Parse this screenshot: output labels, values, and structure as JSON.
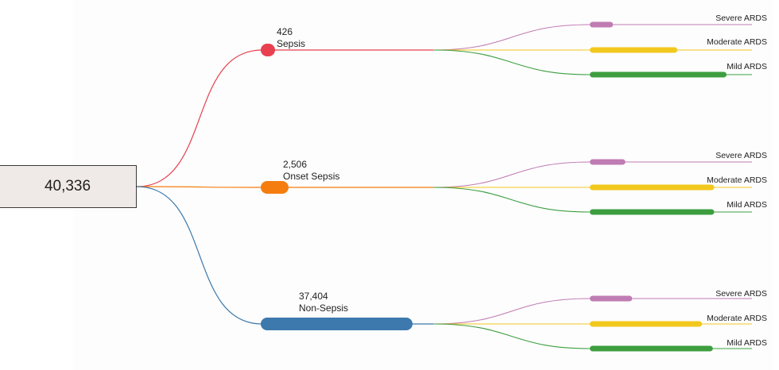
{
  "chart_data": {
    "type": "sankey",
    "root": {
      "value": "40,336"
    },
    "colors": {
      "sepsis": "#e8404f",
      "onset": "#f57d0f",
      "nonsepsis": "#3d79ac",
      "severe": "#c07cb3",
      "moderate": "#f2c81d",
      "mild": "#3d9e40"
    },
    "branches": [
      {
        "key": "sepsis",
        "count": "426",
        "label": "Sepsis",
        "leaves": [
          {
            "key": "severe",
            "label": "Severe ARDS",
            "share": 0.17
          },
          {
            "key": "moderate",
            "label": "Moderate ARDS",
            "share": 0.64
          },
          {
            "key": "mild",
            "label": "Mild ARDS",
            "share": 1.0
          }
        ]
      },
      {
        "key": "onset",
        "count": "2,506",
        "label": "Onset Sepsis",
        "leaves": [
          {
            "key": "severe",
            "label": "Severe ARDS",
            "share": 0.26
          },
          {
            "key": "moderate",
            "label": "Moderate ARDS",
            "share": 0.91
          },
          {
            "key": "mild",
            "label": "Mild ARDS",
            "share": 0.91
          }
        ]
      },
      {
        "key": "nonsepsis",
        "count": "37,404",
        "label": "Non-Sepsis",
        "leaves": [
          {
            "key": "severe",
            "label": "Severe ARDS",
            "share": 0.31
          },
          {
            "key": "moderate",
            "label": "Moderate ARDS",
            "share": 0.82
          },
          {
            "key": "mild",
            "label": "Mild ARDS",
            "share": 0.9
          }
        ]
      }
    ]
  }
}
